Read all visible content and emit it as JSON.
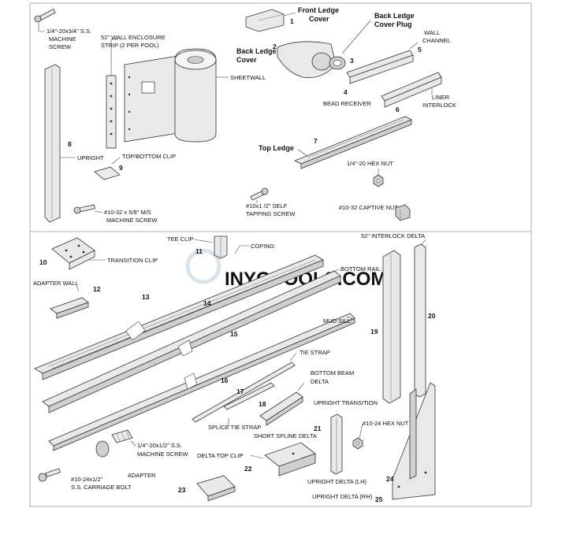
{
  "labels": {
    "machine_screw_top_1": "1/4\"-20x3/4\" S.S.",
    "machine_screw_top_2": "MACHINE",
    "machine_screw_top_3": "SCREW",
    "enclosure_strip_1": "52\" WALL ENCLOSURE",
    "enclosure_strip_2": "STRIP (2 PER POOL)",
    "sheetwall": "SHEETWALL",
    "upright": "UPRIGHT",
    "top_bottom_clip": "TOP/BOTTOM CLIP",
    "m10_screw_1": "#10-32 x 5/8\" M/S",
    "m10_screw_2": "MACHINE SCREW",
    "front_ledge_cover_1": "Front Ledge",
    "front_ledge_cover_2": "Cover",
    "back_ledge_cover_1": "Back Ledge",
    "back_ledge_cover_2": "Cover",
    "back_ledge_plug_1": "Back Ledge",
    "back_ledge_plug_2": "Cover Plug",
    "wall_channel_1": "WALL",
    "wall_channel_2": "CHANNEL",
    "bead_receiver": "BEAD RECEIVER",
    "liner_interlock_1": "LINER",
    "liner_interlock_2": "INTERLOCK",
    "top_ledge": "Top Ledge",
    "hex_nut": "1/4\"-20 HEX NUT",
    "self_tap_1": "#10x1 /2\" SELF",
    "self_tap_2": "TAPPING SCREW",
    "captive_nut": "#10-32 CAPTIVE NUT",
    "tee_clip": "TEE CLIP",
    "coping": "COPING:",
    "transition_clip": "TRANSITION CLIP",
    "adapter_wall": "ADAPTER WALL",
    "bottom_rail": "BOTTOM RAIL:",
    "mud_sill": "MUD SILL:",
    "tie_strap": "TIE STRAP",
    "bottom_beam_delta_1": "BOTTOM BEAM",
    "bottom_beam_delta_2": "DELTA",
    "interlock_delta": "52\" INTERLOCK DELTA",
    "upright_transition": "UPRIGHT TRANSITION",
    "hex_nut_10": "#10-24 HEX NUT",
    "splice_tie_strap": "SPLICE TIE STRAP",
    "short_spline_delta": "SHORT SPLINE DELTA",
    "machine_screw_bottom_1": "1/4\"-20x1/2\" S.S.",
    "machine_screw_bottom_2": "MACHINE SCREW",
    "delta_top_clip": "DELTA TOP CLIP",
    "carriage_bolt_1": "#10-24x1/2\"",
    "carriage_bolt_2": "S.S. CARRIAGE BOLT",
    "adapter": "ADAPTER",
    "upright_delta_lh": "UPRIGHT DELTA (LH)",
    "upright_delta_rh": "UPRIGHT DELTA (RH)"
  },
  "numbers": {
    "n1": "1",
    "n2": "2",
    "n3": "3",
    "n4": "4",
    "n5": "5",
    "n6": "6",
    "n7": "7",
    "n8": "8",
    "n9": "9",
    "n10": "10",
    "n11": "11",
    "n12": "12",
    "n13": "13",
    "n14": "14",
    "n15": "15",
    "n16": "16",
    "n17": "17",
    "n18": "18",
    "n19": "19",
    "n20": "20",
    "n21": "21",
    "n22": "22",
    "n23": "23",
    "n24": "24",
    "n25": "25"
  },
  "watermark": "INYOPOOLS.COM",
  "colors": {
    "line": "#333333",
    "fill": "#e9e9e9",
    "watermark": "#dbe3ea"
  }
}
